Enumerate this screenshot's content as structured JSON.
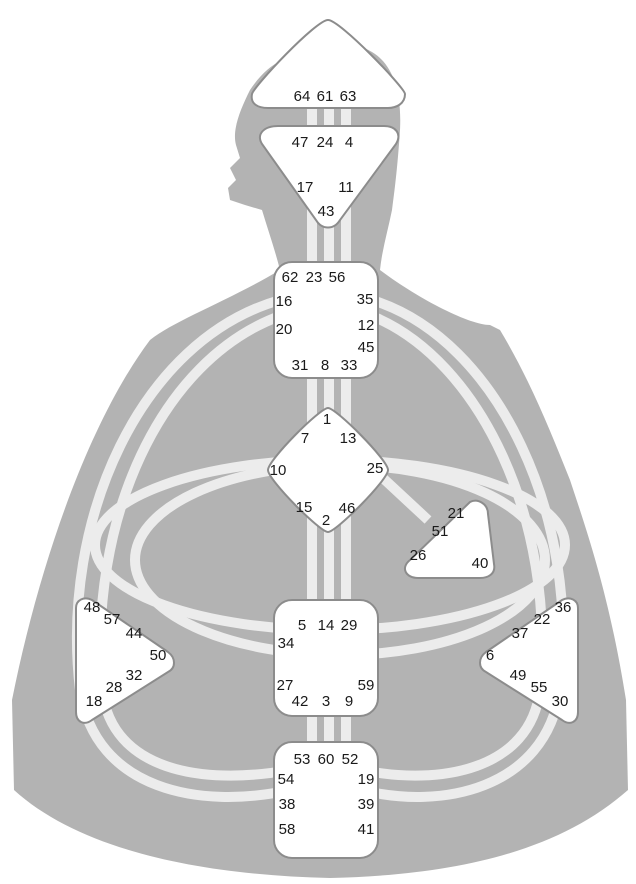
{
  "colors": {
    "body": "#b3b3b3",
    "channel": "#ececec",
    "center_fill": "#ffffff",
    "center_stroke": "#8c8c8c",
    "text": "#1a1a1a"
  },
  "centers": {
    "head": {
      "shape": "triangle-up",
      "gates": [
        "64",
        "61",
        "63"
      ]
    },
    "ajna": {
      "shape": "triangle-down",
      "gates": [
        "47",
        "24",
        "4",
        "17",
        "11",
        "43"
      ]
    },
    "throat": {
      "shape": "square",
      "gates": [
        "62",
        "23",
        "56",
        "16",
        "35",
        "20",
        "12",
        "45",
        "31",
        "8",
        "33"
      ]
    },
    "g": {
      "shape": "diamond",
      "gates": [
        "1",
        "7",
        "13",
        "10",
        "25",
        "15",
        "2",
        "46"
      ]
    },
    "ego": {
      "shape": "triangle",
      "gates": [
        "21",
        "51",
        "26",
        "40"
      ]
    },
    "spleen": {
      "shape": "triangle-right",
      "gates": [
        "48",
        "57",
        "44",
        "50",
        "32",
        "28",
        "18"
      ]
    },
    "sacral": {
      "shape": "square",
      "gates": [
        "5",
        "14",
        "29",
        "34",
        "27",
        "59",
        "42",
        "3",
        "9"
      ]
    },
    "solar": {
      "shape": "triangle-left",
      "gates": [
        "36",
        "22",
        "37",
        "6",
        "49",
        "55",
        "30"
      ]
    },
    "root": {
      "shape": "square",
      "gates": [
        "53",
        "60",
        "52",
        "54",
        "19",
        "38",
        "39",
        "58",
        "41"
      ]
    }
  }
}
